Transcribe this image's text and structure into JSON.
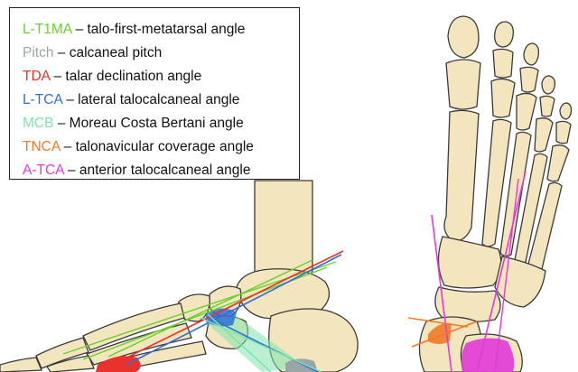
{
  "legend": {
    "items": [
      {
        "abbr": "L-T1MA",
        "desc": " – talo-first-metatarsal angle",
        "color": "#6acf2e"
      },
      {
        "abbr": "Pitch",
        "desc": " – calcaneal pitch",
        "color": "#9aa5a5"
      },
      {
        "abbr": "TDA",
        "desc": " – talar declination angle",
        "color": "#e8322b"
      },
      {
        "abbr": "L-TCA",
        "desc": " – lateral talocalcaneal angle",
        "color": "#2f6fd6"
      },
      {
        "abbr": "MCB",
        "desc": " – Moreau Costa Bertani angle",
        "color": "#7fe3b0"
      },
      {
        "abbr": "TNCA",
        "desc": " – talonavicular coverage angle",
        "color": "#f07a2a"
      },
      {
        "abbr": "A-TCA",
        "desc": " – anterior talocalcaneal angle",
        "color": "#e23ad6"
      }
    ]
  },
  "colors": {
    "bone_fill": "#f3e6bf",
    "bone_outline": "#3a3a3a",
    "l_t1ma": "#6acf2e",
    "pitch": "#9aa5a5",
    "tda": "#e8322b",
    "l_tca": "#2f6fd6",
    "mcb": "#7fe3b0",
    "tnca": "#f07a2a",
    "a_tca": "#e23ad6"
  }
}
